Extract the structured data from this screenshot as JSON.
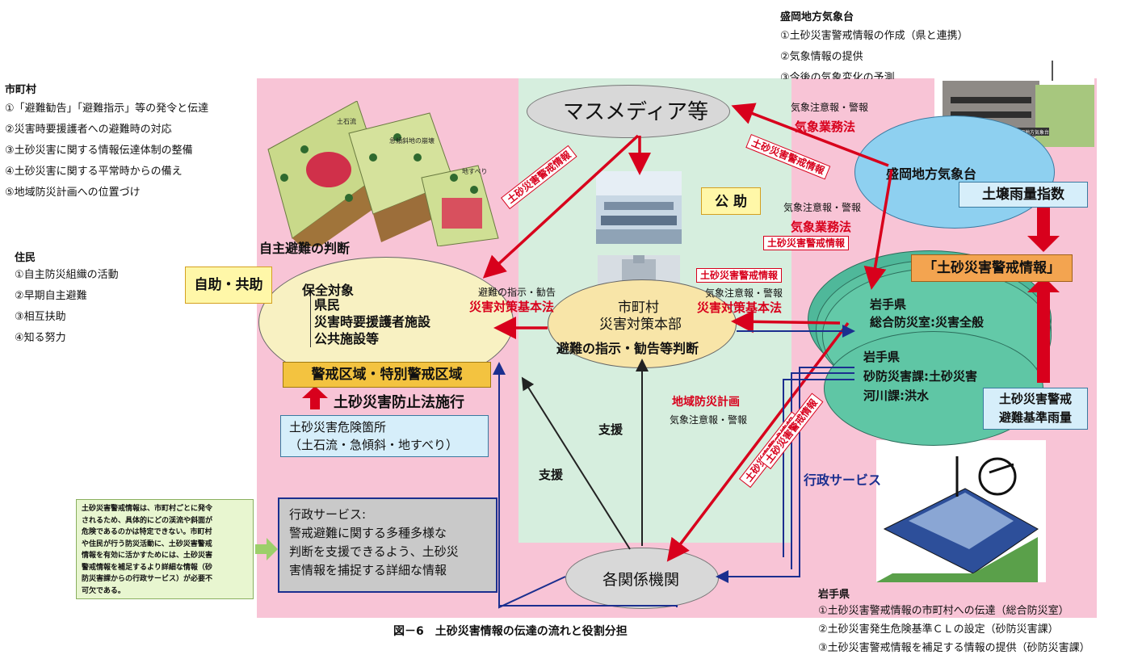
{
  "municipality": {
    "title": "市町村",
    "items": [
      "①「避難勧告」「避難指示」等の発令と伝達",
      "②災害時要援護者への避難時の対応",
      "③土砂災害に関する情報伝達体制の整備",
      "④土砂災害に関する平常時からの備え",
      "⑤地域防災計画への位置づけ"
    ]
  },
  "residents": {
    "title": "住民",
    "items": [
      "①自主防災組織の活動",
      "②早期自主避難",
      "③相互扶助",
      "④知る努力"
    ]
  },
  "met_office": {
    "title": "盛岡地方気象台",
    "items": [
      "①土砂災害警戒情報の作成（県と連携）",
      "②気象情報の提供",
      "③今後の気象変化の予測"
    ]
  },
  "iwate": {
    "title": "岩手県",
    "items": [
      "①土砂災害警戒情報の市町村への伝達（総合防災室）",
      "②土砂災害発生危険基準ＣＬの設定（砂防災害課）",
      "③土砂災害警戒情報を補足する情報の提供（砂防災害課）"
    ]
  },
  "diagram": {
    "mass_media": "マスメディア等",
    "kojo": "公 助",
    "jijo": "自助・共助",
    "self_evac": "自主避難の判断",
    "protect_title": "保全対象",
    "protect_items": [
      "県民",
      "災害時要援護者施設",
      "公共施設等"
    ],
    "warning_zone": "警戒区域・特別警戒区域",
    "sediment_law": "土砂災害防止法施行",
    "danger_spots_1": "土砂災害危険箇所",
    "danger_spots_2": "（土石流・急傾斜・地すべり）",
    "hq_1": "市町村",
    "hq_2": "災害対策本部",
    "hq_3": "避難の指示・勧告等判断",
    "evac_order": "避難の指示・勧告",
    "basic_law": "災害対策基本法",
    "basic_law_2": "災害対策基本法",
    "met_node": "盛岡地方気象台",
    "soil_index": "土壌雨量指数",
    "sediment_warning": "「土砂災害警戒情報」",
    "pref_1": "岩手県",
    "pref_2": "総合防災室:災害全般",
    "pref_3": "岩手県",
    "pref_4": "砂防災害課:土砂災害",
    "pref_5": "河川課:洪水",
    "criteria_1": "土砂災害警戒",
    "criteria_2": "避難基準雨量",
    "weather_warn_1": "気象注意報・警報",
    "weather_law_1": "気象業務法",
    "weather_warn_2": "気象注意報・警報",
    "weather_law_2": "気象業務法",
    "weather_warn_3": "気象注意報・警報",
    "weather_warn_4": "気象注意報・警報",
    "tag_sediment_1": "土砂災害警戒情報",
    "tag_sediment_2": "土砂災害警戒情報",
    "tag_sediment_3": "土砂災害警戒情報",
    "tag_sediment_4": "土砂災害警戒情報",
    "tag_sediment_5": "土砂災害警戒情報",
    "tag_sediment_6": "土砂災害警戒情報",
    "local_plan": "地域防災計画",
    "support_1": "支援",
    "support_2": "支援",
    "admin_service": "行政サービス",
    "agencies": "各関係機関",
    "admin_box_title": "行政サービス:",
    "admin_box_lines": [
      "警戒避難に関する多種多様な",
      "判断を支援できるよう、土砂災",
      "害情報を捕捉する詳細な情報"
    ],
    "note_lines": [
      "土砂災害警戒情報は、市町村ごとに発令",
      "されるため、具体的にどの渓流や斜面が",
      "危険であるのかは特定できない。市町村",
      "や住民が行う防災活動に、土砂災害警戒",
      "情報を有効に活かすためには、土砂災害",
      "警戒情報を補足するより詳細な情報（砂",
      "防災害課からの行政サービス）が必要不",
      "可欠である。"
    ],
    "photo_labels": [
      "土石流",
      "急傾斜地の崩壊",
      "地すべり"
    ],
    "building_sign": "盛岡地方気象台"
  },
  "caption": "図－6　土砂災害情報の伝達の流れと役割分担"
}
